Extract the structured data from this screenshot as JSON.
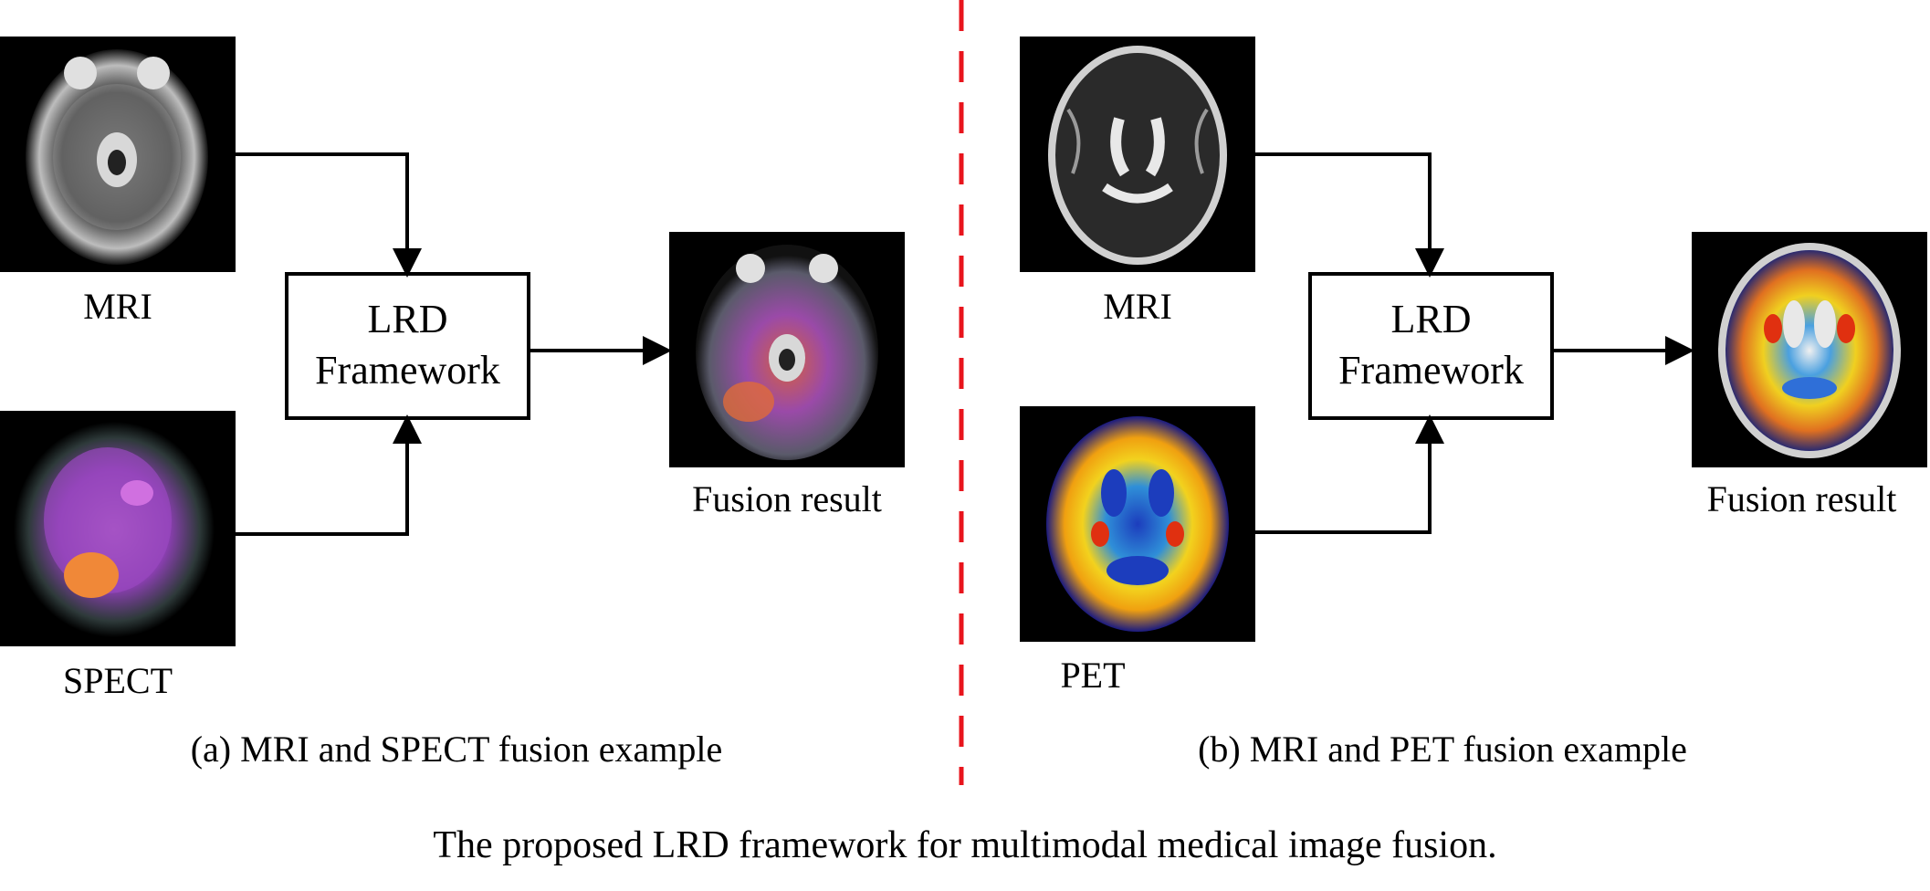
{
  "panel_a": {
    "input1_label": "MRI",
    "input2_label": "SPECT",
    "box_line1": "LRD",
    "box_line2": "Framework",
    "output_label": "Fusion result",
    "caption": "(a)  MRI and SPECT fusion example"
  },
  "panel_b": {
    "input1_label": "MRI",
    "input2_label": "PET",
    "box_line1": "LRD",
    "box_line2": "Framework",
    "output_label": "Fusion result",
    "caption": "(b)  MRI and PET fusion example"
  },
  "figure_caption": "The proposed LRD framework for multimodal medical image fusion.",
  "colors": {
    "divider": "#e8141c",
    "background": "#ffffff",
    "arrow": "#000000",
    "scan_background": "#000000"
  }
}
